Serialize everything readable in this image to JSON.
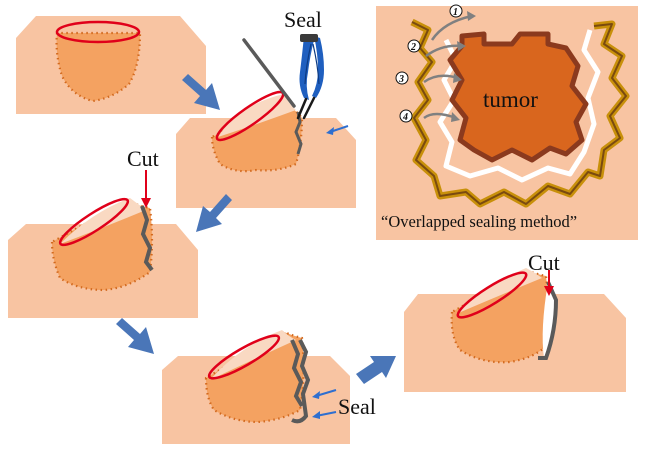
{
  "labels": {
    "seal_top": "Seal",
    "cut_left": "Cut",
    "cut_right": "Cut",
    "seal_bottom": "Seal",
    "tumor": "tumor",
    "caption": "“Overlapped sealing method”"
  },
  "steps": [
    "1",
    "2",
    "3",
    "4"
  ],
  "colors": {
    "block_skin": "#f8c4a2",
    "tumor_fill": "#f4a261",
    "tumor_dots": "#d2691e",
    "lid_ring": "#e0001a",
    "flow_arrow": "#4a76b8",
    "seal_arrow": "#2e6fd0",
    "cut_arrow": "#e0001a",
    "instrument_blade": "#5a5a5a",
    "forceps_handle": "#1f5fbf",
    "tumor_core": "#d9661e",
    "tumor_rim": "#8b3a1e",
    "seal_band_outer": "#c8900a",
    "seal_band_inner": "#7a4a10"
  },
  "icons": [
    "bipolar-forceps-icon"
  ]
}
